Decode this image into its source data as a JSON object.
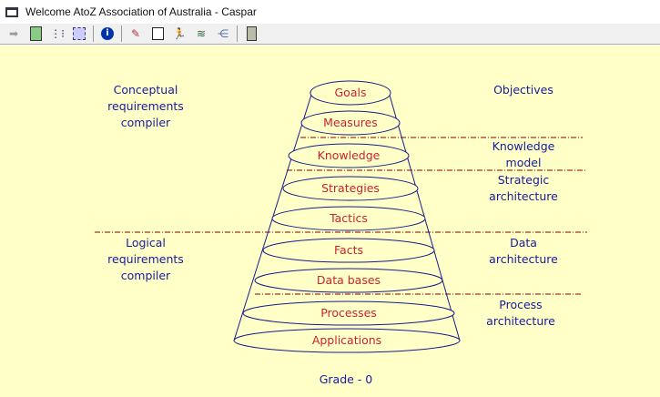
{
  "window": {
    "title": "Welcome AtoZ Association of Australia - Caspar"
  },
  "toolbar": {
    "icons": [
      "arrow-right-icon",
      "book-icon",
      "tree-icon",
      "diagram-icon",
      "info-icon",
      "notepad-icon",
      "document-icon",
      "runner-icon",
      "books-icon",
      "network-icon",
      "door-exit-icon"
    ]
  },
  "pyramid": {
    "levels": [
      "Goals",
      "Measures",
      "Knowledge",
      "Strategies",
      "Tactics",
      "Facts",
      "Data bases",
      "Processes",
      "Applications"
    ]
  },
  "left_labels": {
    "conceptual": [
      "Conceptual",
      "requirements",
      "compiler"
    ],
    "logical": [
      "Logical",
      "requirements",
      "compiler"
    ]
  },
  "right_labels": {
    "objectives": "Objectives",
    "knowledge": [
      "Knowledge",
      "model"
    ],
    "strategic": [
      "Strategic",
      "architecture"
    ],
    "data": [
      "Data",
      "architecture"
    ],
    "process": [
      "Process",
      "architecture"
    ]
  },
  "footer": {
    "grade": "Grade - 0"
  },
  "colors": {
    "background": "#ffffc8",
    "level_text": "#cc2233",
    "outline": "#1a1a8a",
    "label": "#1a1a9a",
    "divider": "#8b0000"
  }
}
